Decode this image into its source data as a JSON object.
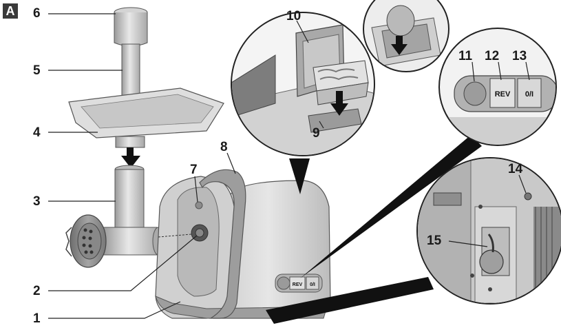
{
  "figure": {
    "badge": "A",
    "parts": [
      {
        "id": "1",
        "label": "1"
      },
      {
        "id": "2",
        "label": "2"
      },
      {
        "id": "3",
        "label": "3"
      },
      {
        "id": "4",
        "label": "4"
      },
      {
        "id": "5",
        "label": "5"
      },
      {
        "id": "6",
        "label": "6"
      },
      {
        "id": "7",
        "label": "7"
      },
      {
        "id": "8",
        "label": "8"
      },
      {
        "id": "9",
        "label": "9"
      },
      {
        "id": "10",
        "label": "10"
      },
      {
        "id": "11",
        "label": "11"
      },
      {
        "id": "12",
        "label": "12"
      },
      {
        "id": "13",
        "label": "13"
      },
      {
        "id": "14",
        "label": "14"
      },
      {
        "id": "15",
        "label": "15"
      }
    ],
    "buttons": {
      "rev": "REV",
      "onoff": "0/I",
      "rev_small": "REV",
      "onoff_small": "0/I"
    },
    "colors": {
      "ink": "#1a1a1a",
      "body_light": "#dcdcdc",
      "body_mid": "#bdbdbd",
      "body_dark": "#8a8a8a",
      "handle": "#9a9a9a"
    }
  }
}
